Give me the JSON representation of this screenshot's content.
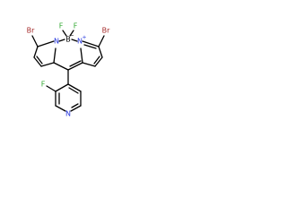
{
  "molecule": {
    "atoms": {
      "br_left": {
        "label": "Br",
        "color": "#a52a2a"
      },
      "br_right": {
        "label": "Br",
        "color": "#a52a2a"
      },
      "f_left": {
        "label": "F",
        "color": "#33aa33"
      },
      "f_right": {
        "label": "F",
        "color": "#33aa33"
      },
      "n_left": {
        "label": "N",
        "color": "#2233dd"
      },
      "n_right": {
        "label": "N",
        "color": "#2233dd"
      },
      "n_pyridine": {
        "label": "N",
        "color": "#2233dd"
      },
      "b_center": {
        "label": "B",
        "color": "#000000"
      },
      "f_ring": {
        "label": "F",
        "color": "#33aa33"
      }
    },
    "charges": {
      "b_minus": "−",
      "n_plus": "+"
    }
  }
}
